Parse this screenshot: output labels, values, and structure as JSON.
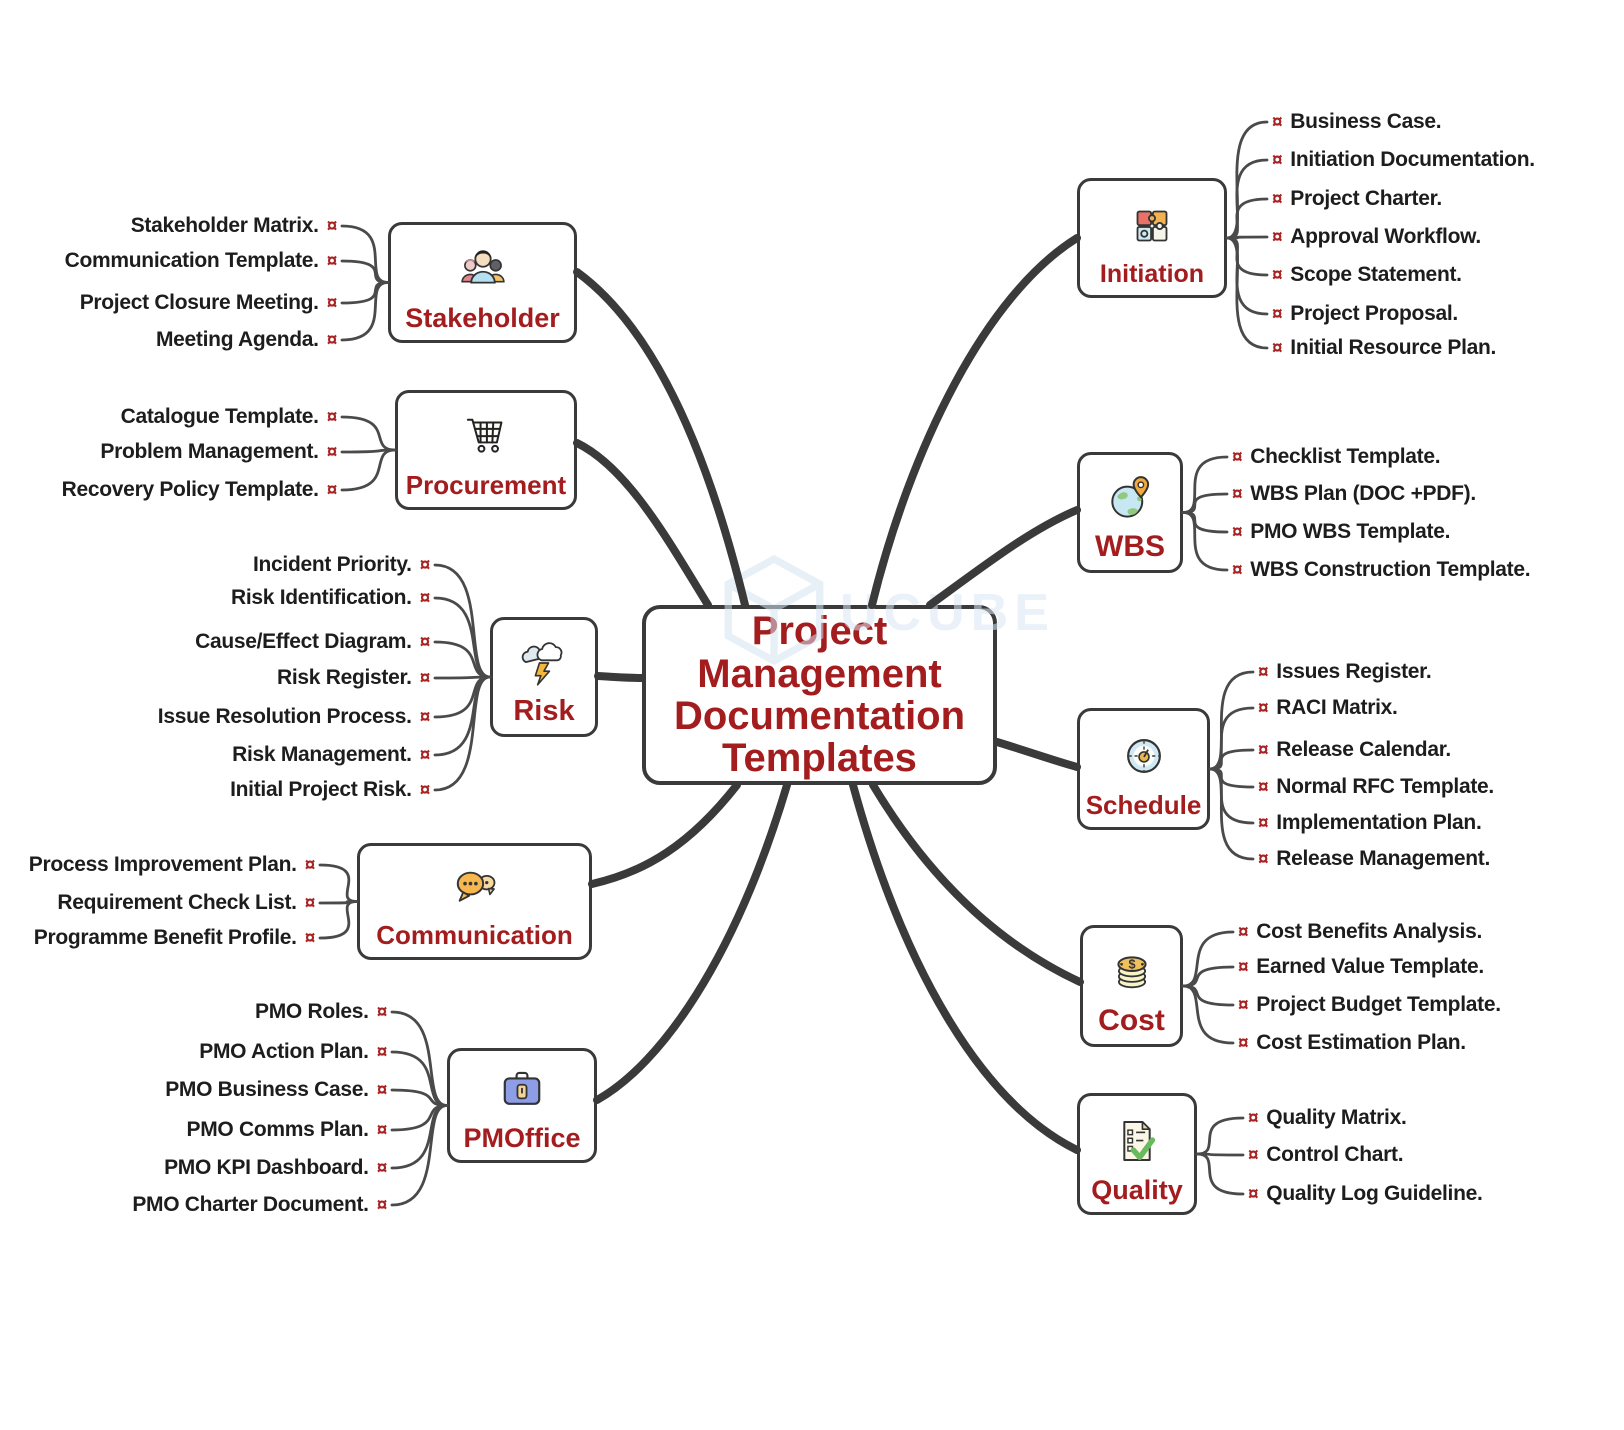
{
  "app": {
    "watermark": "UCUBE"
  },
  "bullet_glyph": "¤",
  "colors": {
    "title_red": "#a31d1f",
    "bullet_red": "#a82323",
    "text_dark": "#1d1d1d",
    "line_dark": "#3a3a3a"
  },
  "center": {
    "title_lines": [
      "Project",
      "Management",
      "Documentation",
      "Templates"
    ]
  },
  "branches": [
    {
      "id": "initiation",
      "label": "Initiation",
      "side": "right",
      "icon": "puzzle-icon",
      "items": [
        "Business Case.",
        "Initiation Documentation.",
        "Project Charter.",
        "Approval Workflow.",
        "Scope Statement.",
        "Project Proposal.",
        "Initial Resource Plan."
      ]
    },
    {
      "id": "wbs",
      "label": "WBS",
      "side": "right",
      "icon": "globe-pin-icon",
      "items": [
        "Checklist Template.",
        "WBS Plan (DOC +PDF).",
        "PMO WBS Template.",
        "WBS Construction Template."
      ]
    },
    {
      "id": "schedule",
      "label": "Schedule",
      "side": "right",
      "icon": "compass-icon",
      "items": [
        "Issues Register.",
        "RACI Matrix.",
        "Release Calendar.",
        "Normal RFC Template.",
        "Implementation Plan.",
        "Release Management."
      ]
    },
    {
      "id": "cost",
      "label": "Cost",
      "side": "right",
      "icon": "coins-icon",
      "items": [
        "Cost Benefits Analysis.",
        "Earned Value Template.",
        "Project Budget Template.",
        "Cost Estimation Plan."
      ]
    },
    {
      "id": "quality",
      "label": "Quality",
      "side": "right",
      "icon": "quality-checklist-icon",
      "items": [
        "Quality Matrix.",
        "Control Chart.",
        "Quality Log Guideline."
      ]
    },
    {
      "id": "stakeholder",
      "label": "Stakeholder",
      "side": "left",
      "icon": "people-icon",
      "items": [
        "Stakeholder Matrix.",
        "Communication Template.",
        "Project Closure Meeting.",
        "Meeting Agenda."
      ]
    },
    {
      "id": "procurement",
      "label": "Procurement",
      "side": "left",
      "icon": "cart-icon",
      "items": [
        "Catalogue Template.",
        "Problem Management.",
        "Recovery Policy Template."
      ]
    },
    {
      "id": "risk",
      "label": "Risk",
      "side": "left",
      "icon": "storm-icon",
      "items": [
        "Incident Priority.",
        "Risk Identification.",
        "Cause/Effect Diagram.",
        "Risk Register.",
        "Issue Resolution Process.",
        "Risk Management.",
        "Initial Project Risk."
      ]
    },
    {
      "id": "communication",
      "label": "Communication",
      "side": "left",
      "icon": "chat-icon",
      "items": [
        "Process Improvement Plan.",
        "Requirement Check List.",
        "Programme Benefit Profile."
      ]
    },
    {
      "id": "pmoffice",
      "label": "PMOffice",
      "side": "left",
      "icon": "briefcase-icon",
      "items": [
        "PMO Roles.",
        "PMO Action Plan.",
        "PMO Business Case.",
        "PMO Comms Plan.",
        "PMO KPI Dashboard.",
        "PMO Charter Document."
      ]
    }
  ]
}
